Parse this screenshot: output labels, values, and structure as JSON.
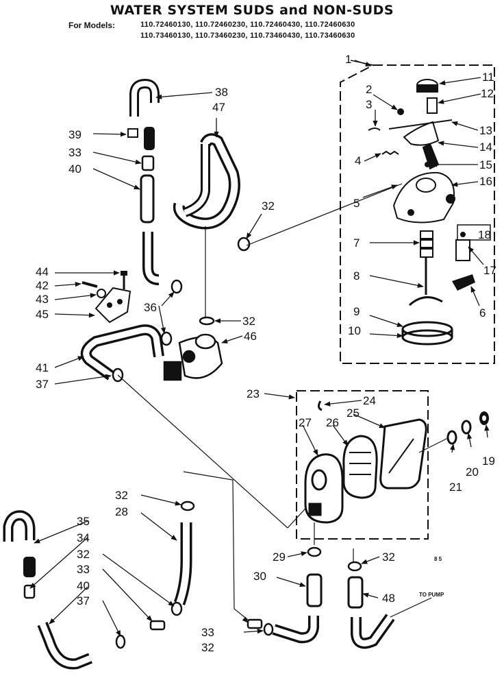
{
  "header": {
    "title": "WATER SYSTEM SUDS and NON-SUDS",
    "models_label": "For Models:",
    "models_line1": "110.72460130, 110.72460230, 110.72460430, 110.72460630",
    "models_line2": "110.73460130, 110.73460230, 110.73460430, 110.73460630"
  },
  "callouts": [
    {
      "id": "c1",
      "text": "1"
    },
    {
      "id": "c2",
      "text": "2"
    },
    {
      "id": "c3",
      "text": "3"
    },
    {
      "id": "c4",
      "text": "4"
    },
    {
      "id": "c5",
      "text": "5"
    },
    {
      "id": "c6",
      "text": "6"
    },
    {
      "id": "c7",
      "text": "7"
    },
    {
      "id": "c8",
      "text": "8"
    },
    {
      "id": "c9",
      "text": "9"
    },
    {
      "id": "c10",
      "text": "10"
    },
    {
      "id": "c11",
      "text": "11"
    },
    {
      "id": "c12",
      "text": "12"
    },
    {
      "id": "c13",
      "text": "13"
    },
    {
      "id": "c14",
      "text": "14"
    },
    {
      "id": "c15",
      "text": "15"
    },
    {
      "id": "c16",
      "text": "16"
    },
    {
      "id": "c17",
      "text": "17"
    },
    {
      "id": "c18",
      "text": "18"
    },
    {
      "id": "c19",
      "text": "19"
    },
    {
      "id": "c20",
      "text": "20"
    },
    {
      "id": "c21",
      "text": "21"
    },
    {
      "id": "c23",
      "text": "23"
    },
    {
      "id": "c24",
      "text": "24"
    },
    {
      "id": "c25",
      "text": "25"
    },
    {
      "id": "c26",
      "text": "26"
    },
    {
      "id": "c27",
      "text": "27"
    },
    {
      "id": "c28",
      "text": "28"
    },
    {
      "id": "c29",
      "text": "29"
    },
    {
      "id": "c30",
      "text": "30"
    },
    {
      "id": "c32a",
      "text": "32"
    },
    {
      "id": "c32b",
      "text": "32"
    },
    {
      "id": "c32c",
      "text": "32"
    },
    {
      "id": "c32d",
      "text": "32"
    },
    {
      "id": "c32e",
      "text": "32"
    },
    {
      "id": "c32f",
      "text": "32"
    },
    {
      "id": "c33a",
      "text": "33"
    },
    {
      "id": "c33b",
      "text": "33"
    },
    {
      "id": "c33c",
      "text": "33"
    },
    {
      "id": "c34",
      "text": "34"
    },
    {
      "id": "c35",
      "text": "35"
    },
    {
      "id": "c36",
      "text": "36"
    },
    {
      "id": "c37a",
      "text": "37"
    },
    {
      "id": "c37b",
      "text": "37"
    },
    {
      "id": "c38",
      "text": "38"
    },
    {
      "id": "c39",
      "text": "39"
    },
    {
      "id": "c40a",
      "text": "40"
    },
    {
      "id": "c40b",
      "text": "40"
    },
    {
      "id": "c41",
      "text": "41"
    },
    {
      "id": "c42",
      "text": "42"
    },
    {
      "id": "c43",
      "text": "43"
    },
    {
      "id": "c44",
      "text": "44"
    },
    {
      "id": "c45",
      "text": "45"
    },
    {
      "id": "c46",
      "text": "46"
    },
    {
      "id": "c47",
      "text": "47"
    },
    {
      "id": "c48",
      "text": "48"
    }
  ],
  "notes": {
    "to_pump": "TO PUMP",
    "page_mark": "8 5"
  }
}
